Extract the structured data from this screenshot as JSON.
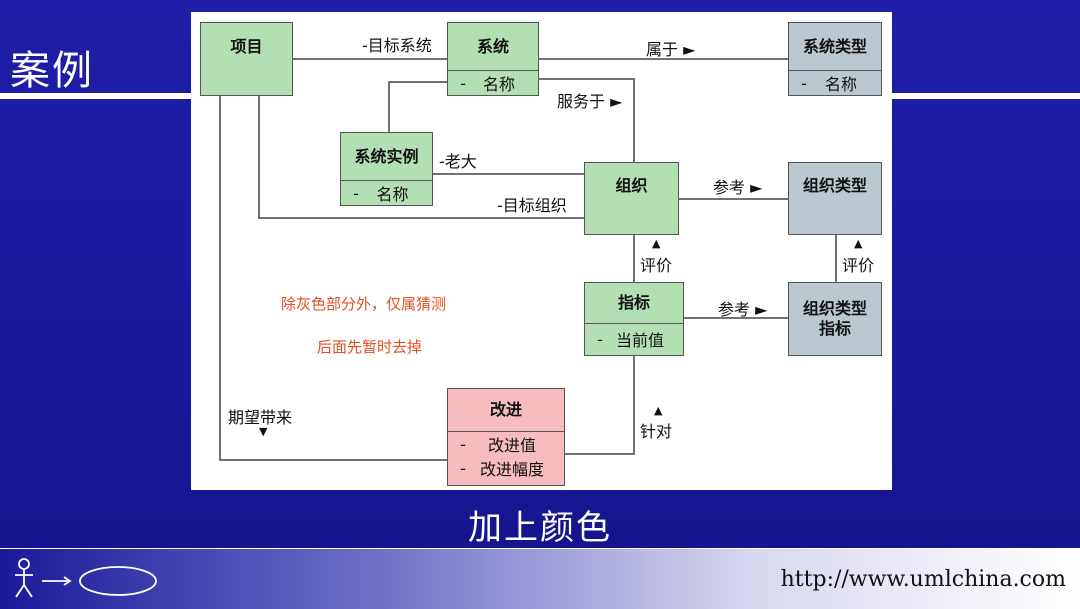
{
  "slide": {
    "title": "案例",
    "caption": "加上颜色",
    "footer_url": "http://www.umlchina.com"
  },
  "diagram": {
    "classes": {
      "project": {
        "name": "项目"
      },
      "system": {
        "name": "系统",
        "attr_vis": "-",
        "attr": "名称"
      },
      "system_type": {
        "name": "系统类型",
        "attr_vis": "-",
        "attr": "名称"
      },
      "system_instance": {
        "name": "系统实例",
        "attr_vis": "-",
        "attr": "名称"
      },
      "organization": {
        "name": "组织"
      },
      "organization_type": {
        "name": "组织类型"
      },
      "indicator": {
        "name": "指标",
        "attr_vis": "-",
        "attr": "当前值"
      },
      "org_type_indicator": {
        "name": "组织类型指标"
      },
      "improvement": {
        "name": "改进",
        "attr1_vis": "-",
        "attr1": "改进值",
        "attr2_vis": "-",
        "attr2": "改进幅度"
      }
    },
    "labels": {
      "target_system": "-目标系统",
      "belongs_to": "属于 ►",
      "serves": "服务于 ►",
      "boss": "-老大",
      "target_org": "-目标组织",
      "refer1": "参考 ►",
      "evaluate1": "评价",
      "evaluate2": "评价",
      "refer2": "参考 ►",
      "expect_bring": "期望带来",
      "target_for": "针对"
    },
    "notes": {
      "line1": "除灰色部分外，仅属猜测",
      "line2": "后面先暂时去掉"
    },
    "colors": {
      "existing": "#b3e0b3",
      "gray_fixed": "#bcc8cf",
      "new": "#f7bcc0",
      "note": "#e05020"
    }
  }
}
